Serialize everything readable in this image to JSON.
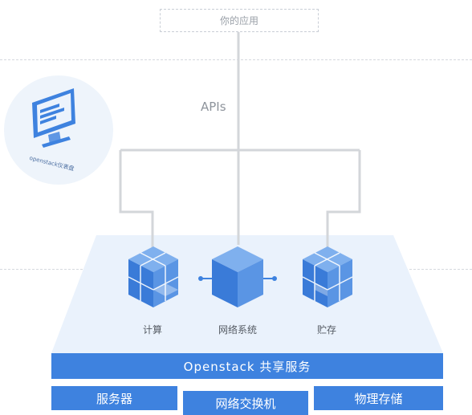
{
  "app_box": {
    "label": "你的应用"
  },
  "apis_label": "APIs",
  "dashboard": {
    "label": "openstack仪表盘"
  },
  "nodes": [
    {
      "label": "计算",
      "icon": "compute-cubes-icon"
    },
    {
      "label": "网络系统",
      "icon": "network-cube-icon"
    },
    {
      "label": "贮存",
      "icon": "storage-cubes-icon"
    }
  ],
  "shared_services": {
    "label": "Openstack 共享服务"
  },
  "hardware": [
    {
      "label": "服务器"
    },
    {
      "label": "网络交换机"
    },
    {
      "label": "物理存储"
    }
  ],
  "colors": {
    "primary_blue": "#3e82df",
    "light_blue": "#eaf2fc",
    "connector_gray": "#d3d6da"
  }
}
